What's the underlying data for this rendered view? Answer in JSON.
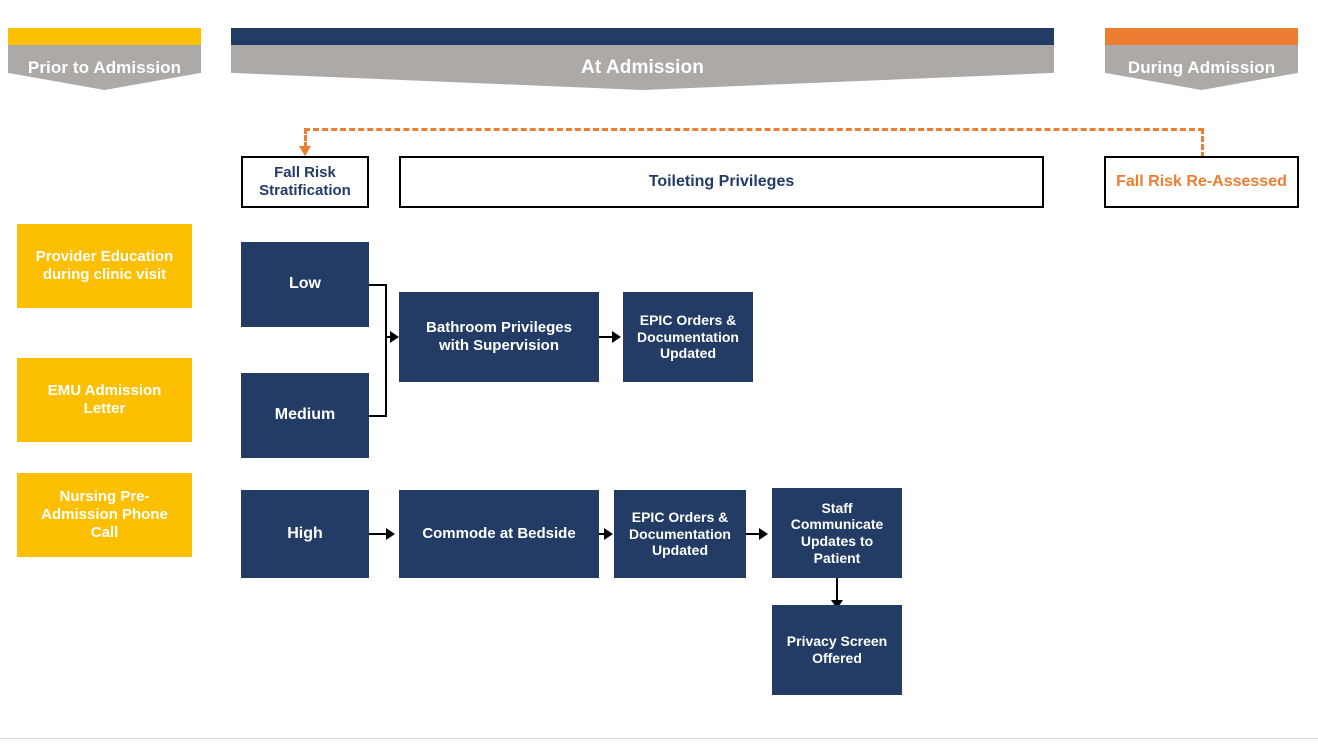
{
  "phases": [
    {
      "label": "Prior to Admission",
      "accent_color": "#fcbf02"
    },
    {
      "label": "At Admission",
      "accent_color": "#233c66"
    },
    {
      "label": "During Admission",
      "accent_color": "#ed7d31"
    }
  ],
  "prior_to_admission_items": [
    {
      "label": "Provider Education during clinic visit"
    },
    {
      "label": "EMU Admission Letter"
    },
    {
      "label": "Nursing Pre-Admission Phone Call"
    }
  ],
  "at_admission": {
    "stratification_label": "Fall Risk Stratification",
    "toileting_label": "Toileting Privileges",
    "risk_levels": [
      {
        "label": "Low"
      },
      {
        "label": "Medium"
      },
      {
        "label": "High"
      }
    ],
    "low_medium_path": [
      {
        "label": "Bathroom Privileges with Supervision"
      },
      {
        "label": "EPIC Orders & Documentation Updated"
      }
    ],
    "high_path": [
      {
        "label": "Commode at Bedside"
      },
      {
        "label": "EPIC Orders & Documentation Updated"
      },
      {
        "label": "Staff Communicate Updates to Patient"
      },
      {
        "label": "Privacy Screen Offered"
      }
    ]
  },
  "during_admission": {
    "reassess_label": "Fall Risk Re-Assessed"
  },
  "colors": {
    "navy": "#233c66",
    "amber": "#fcbf02",
    "orange": "#ed7d31",
    "gray_banner": "#aca9a6",
    "outline": "#000000"
  }
}
